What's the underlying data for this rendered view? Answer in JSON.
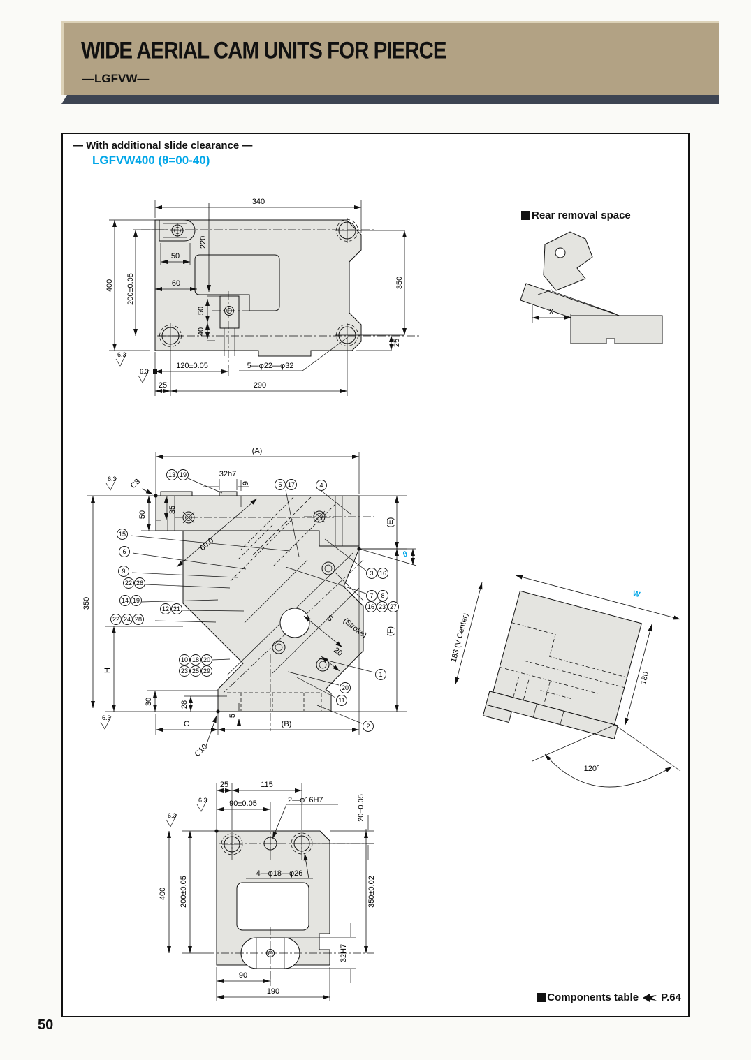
{
  "page": {
    "number": "50"
  },
  "header": {
    "title": "WIDE AERIAL CAM UNITS FOR PIERCE",
    "subtitle": "—LGFVW—"
  },
  "intro": {
    "note": "— With additional slide clearance —",
    "model": "LGFVW400 (θ=00-40)"
  },
  "colors": {
    "accent_cyan": "#00a6e8",
    "band_tan": "#b2a284",
    "bar_navy": "#3d4452",
    "drawing_fill": "#e4e4e0"
  },
  "top_view": {
    "d340": "340",
    "d220": "220",
    "d400": "400",
    "d350": "350",
    "d50a": "50",
    "d60": "60",
    "d200": "200±0.05",
    "d50b": "50",
    "d40": "40",
    "d120": "120±0.05",
    "d25a": "25",
    "d290": "290",
    "d25b": "25",
    "holes": "5—φ22—φ32",
    "fin": "6.3"
  },
  "rear": {
    "heading": "Rear removal space",
    "x": "x"
  },
  "side_view": {
    "A": "(A)",
    "s32": "32h7",
    "d9": "9",
    "c3": "C3",
    "fin": "6.3",
    "d50": "50",
    "d35": "35",
    "d350": "350",
    "E": "(E)",
    "F": "(F)",
    "d60": "60.0",
    "H": "H",
    "d30": "30",
    "d28": "28",
    "d5": "5",
    "C": "C",
    "B": "(B)",
    "c10": "C10",
    "S": "S",
    "stroke": "(Stroke)",
    "d20": "20",
    "theta": "θ",
    "callouts": {
      "c13_19": [
        "13",
        "19"
      ],
      "c5_17": [
        "5",
        "17"
      ],
      "c4": [
        "4"
      ],
      "c15": [
        "15"
      ],
      "c6": [
        "6"
      ],
      "c9": [
        "9"
      ],
      "c22_26": [
        "22",
        "26"
      ],
      "c14_19": [
        "14",
        "19"
      ],
      "c12_21": [
        "12",
        "21"
      ],
      "c22_24_28": [
        "22",
        "24",
        "28"
      ],
      "c10_18_20": [
        "10",
        "18",
        "20"
      ],
      "c23_25_29": [
        "23",
        "25",
        "29"
      ],
      "c3_16": [
        "3",
        "16"
      ],
      "c7_8": [
        "7",
        "8"
      ],
      "c16_23_27": [
        "16",
        "23",
        "27"
      ],
      "c1": [
        "1"
      ],
      "c20": [
        "20"
      ],
      "c11": [
        "11"
      ],
      "c2": [
        "2"
      ]
    }
  },
  "angled_view": {
    "W": "W",
    "vc": "183 (V Center)",
    "d180": "180",
    "a120": "120°"
  },
  "bottom_view": {
    "d25": "25",
    "d115": "115",
    "d90t": "90±0.05",
    "h16": "2—φ16H7",
    "d20": "20±0.05",
    "h18": "4—φ18—φ26",
    "d200": "200±0.05",
    "d400": "400",
    "d90": "90",
    "d190": "190",
    "s32": "32H7",
    "d350": "350±0.02",
    "fin": "6.3"
  },
  "footer": {
    "components_label": "Components table",
    "page_ref": "P.64"
  }
}
